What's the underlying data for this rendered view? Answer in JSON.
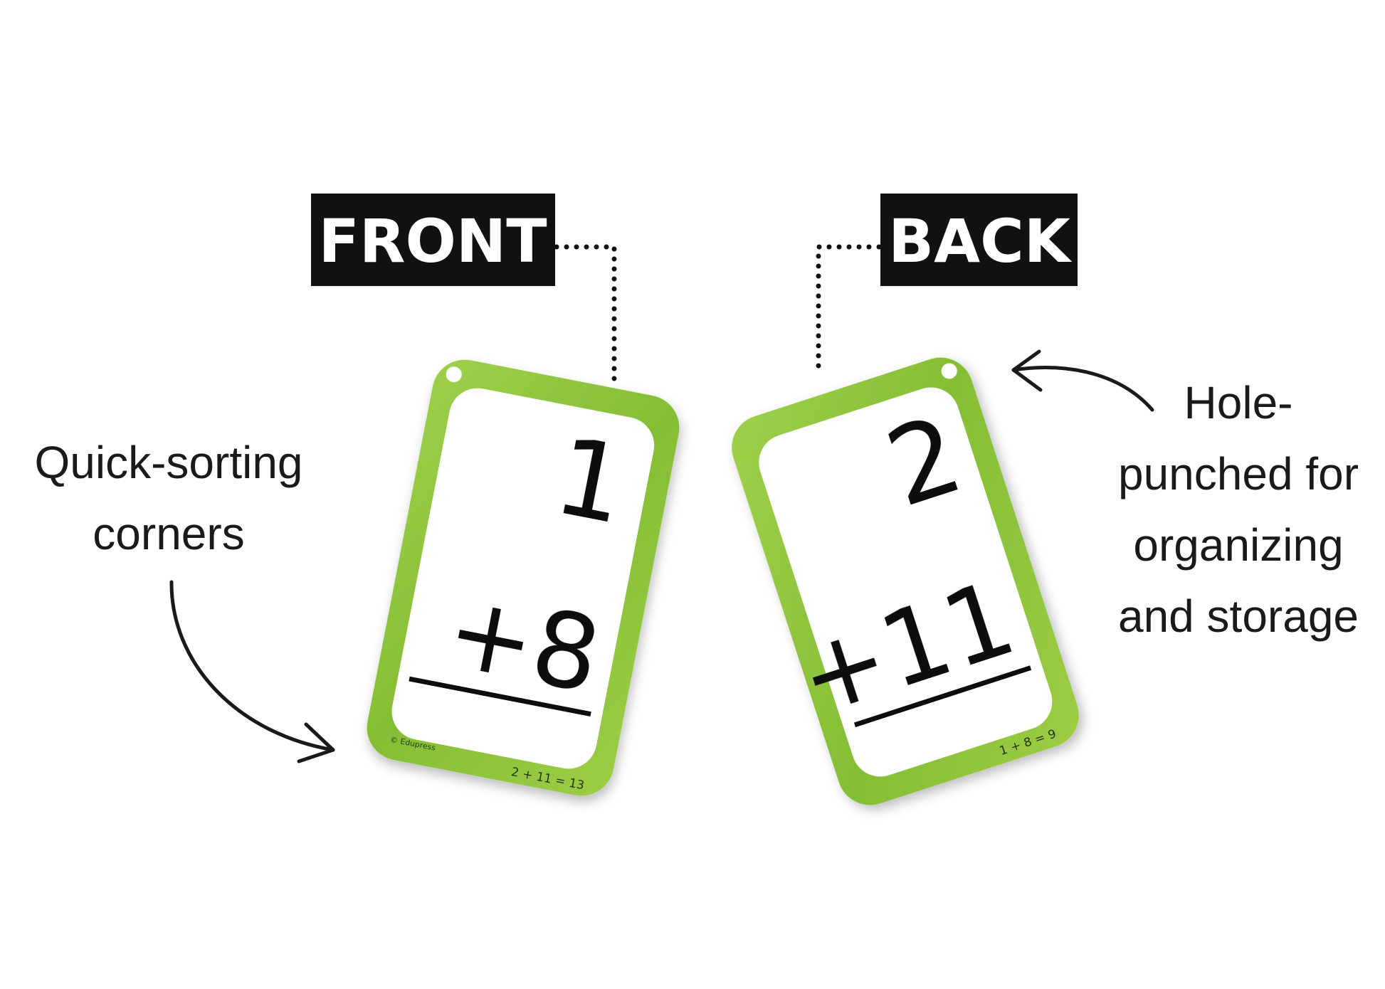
{
  "tags": {
    "front": "FRONT",
    "back": "BACK"
  },
  "callouts": {
    "left": [
      "Quick-sorting",
      "corners"
    ],
    "right": [
      "Hole-",
      "punched for",
      "organizing",
      "and storage"
    ]
  },
  "front_card": {
    "top": "1",
    "bottom": "+8",
    "answer_hint": "2 + 11 = 13",
    "brand": "© Edupress"
  },
  "back_card": {
    "top": "2",
    "bottom": "+11",
    "answer_hint": "1 + 8 = 9"
  },
  "colors": {
    "green": "#8cc63f",
    "green_dark": "#6fa82a",
    "tag_bg": "#111111"
  }
}
